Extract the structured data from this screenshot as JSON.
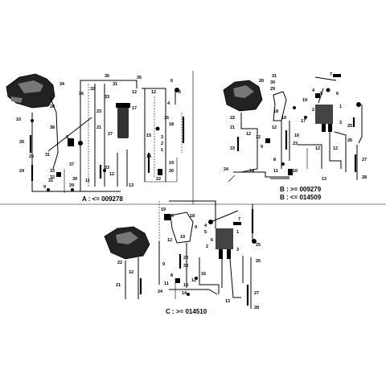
{
  "panels": {
    "a": {
      "caption": "A : <= 009278",
      "labels": [
        "30",
        "31",
        "35",
        "32",
        "33",
        "34",
        "28",
        "10",
        "36",
        "37",
        "38",
        "31",
        "33",
        "32",
        "26",
        "24",
        "33",
        "31",
        "9",
        "11",
        "12",
        "13",
        "17",
        "16",
        "12",
        "12",
        "19",
        "23",
        "21",
        "15",
        "14",
        "27",
        "8",
        "6",
        "5",
        "4",
        "3",
        "2",
        "1",
        "18",
        "20",
        "22",
        "25",
        "29",
        "39"
      ]
    },
    "b": {
      "caption": "B : >= 009279",
      "caption2": "B : <= 014509",
      "labels": [
        "31",
        "30",
        "20",
        "29",
        "19",
        "18",
        "19",
        "7",
        "4",
        "5",
        "6",
        "2",
        "1",
        "3",
        "25",
        "26",
        "17",
        "12",
        "22",
        "21",
        "12",
        "23",
        "33",
        "8",
        "11",
        "10",
        "12",
        "9",
        "12",
        "24",
        "14",
        "13",
        "16",
        "12",
        "27",
        "28"
      ]
    },
    "c": {
      "caption": "C : >= 014510",
      "labels": [
        "19",
        "20",
        "18",
        "19",
        "9",
        "7",
        "4",
        "5",
        "6",
        "2",
        "1",
        "3",
        "12",
        "22",
        "21",
        "12",
        "23",
        "33",
        "8",
        "11",
        "10",
        "12",
        "9",
        "24",
        "14",
        "13",
        "16",
        "25",
        "26",
        "27",
        "28"
      ]
    }
  }
}
